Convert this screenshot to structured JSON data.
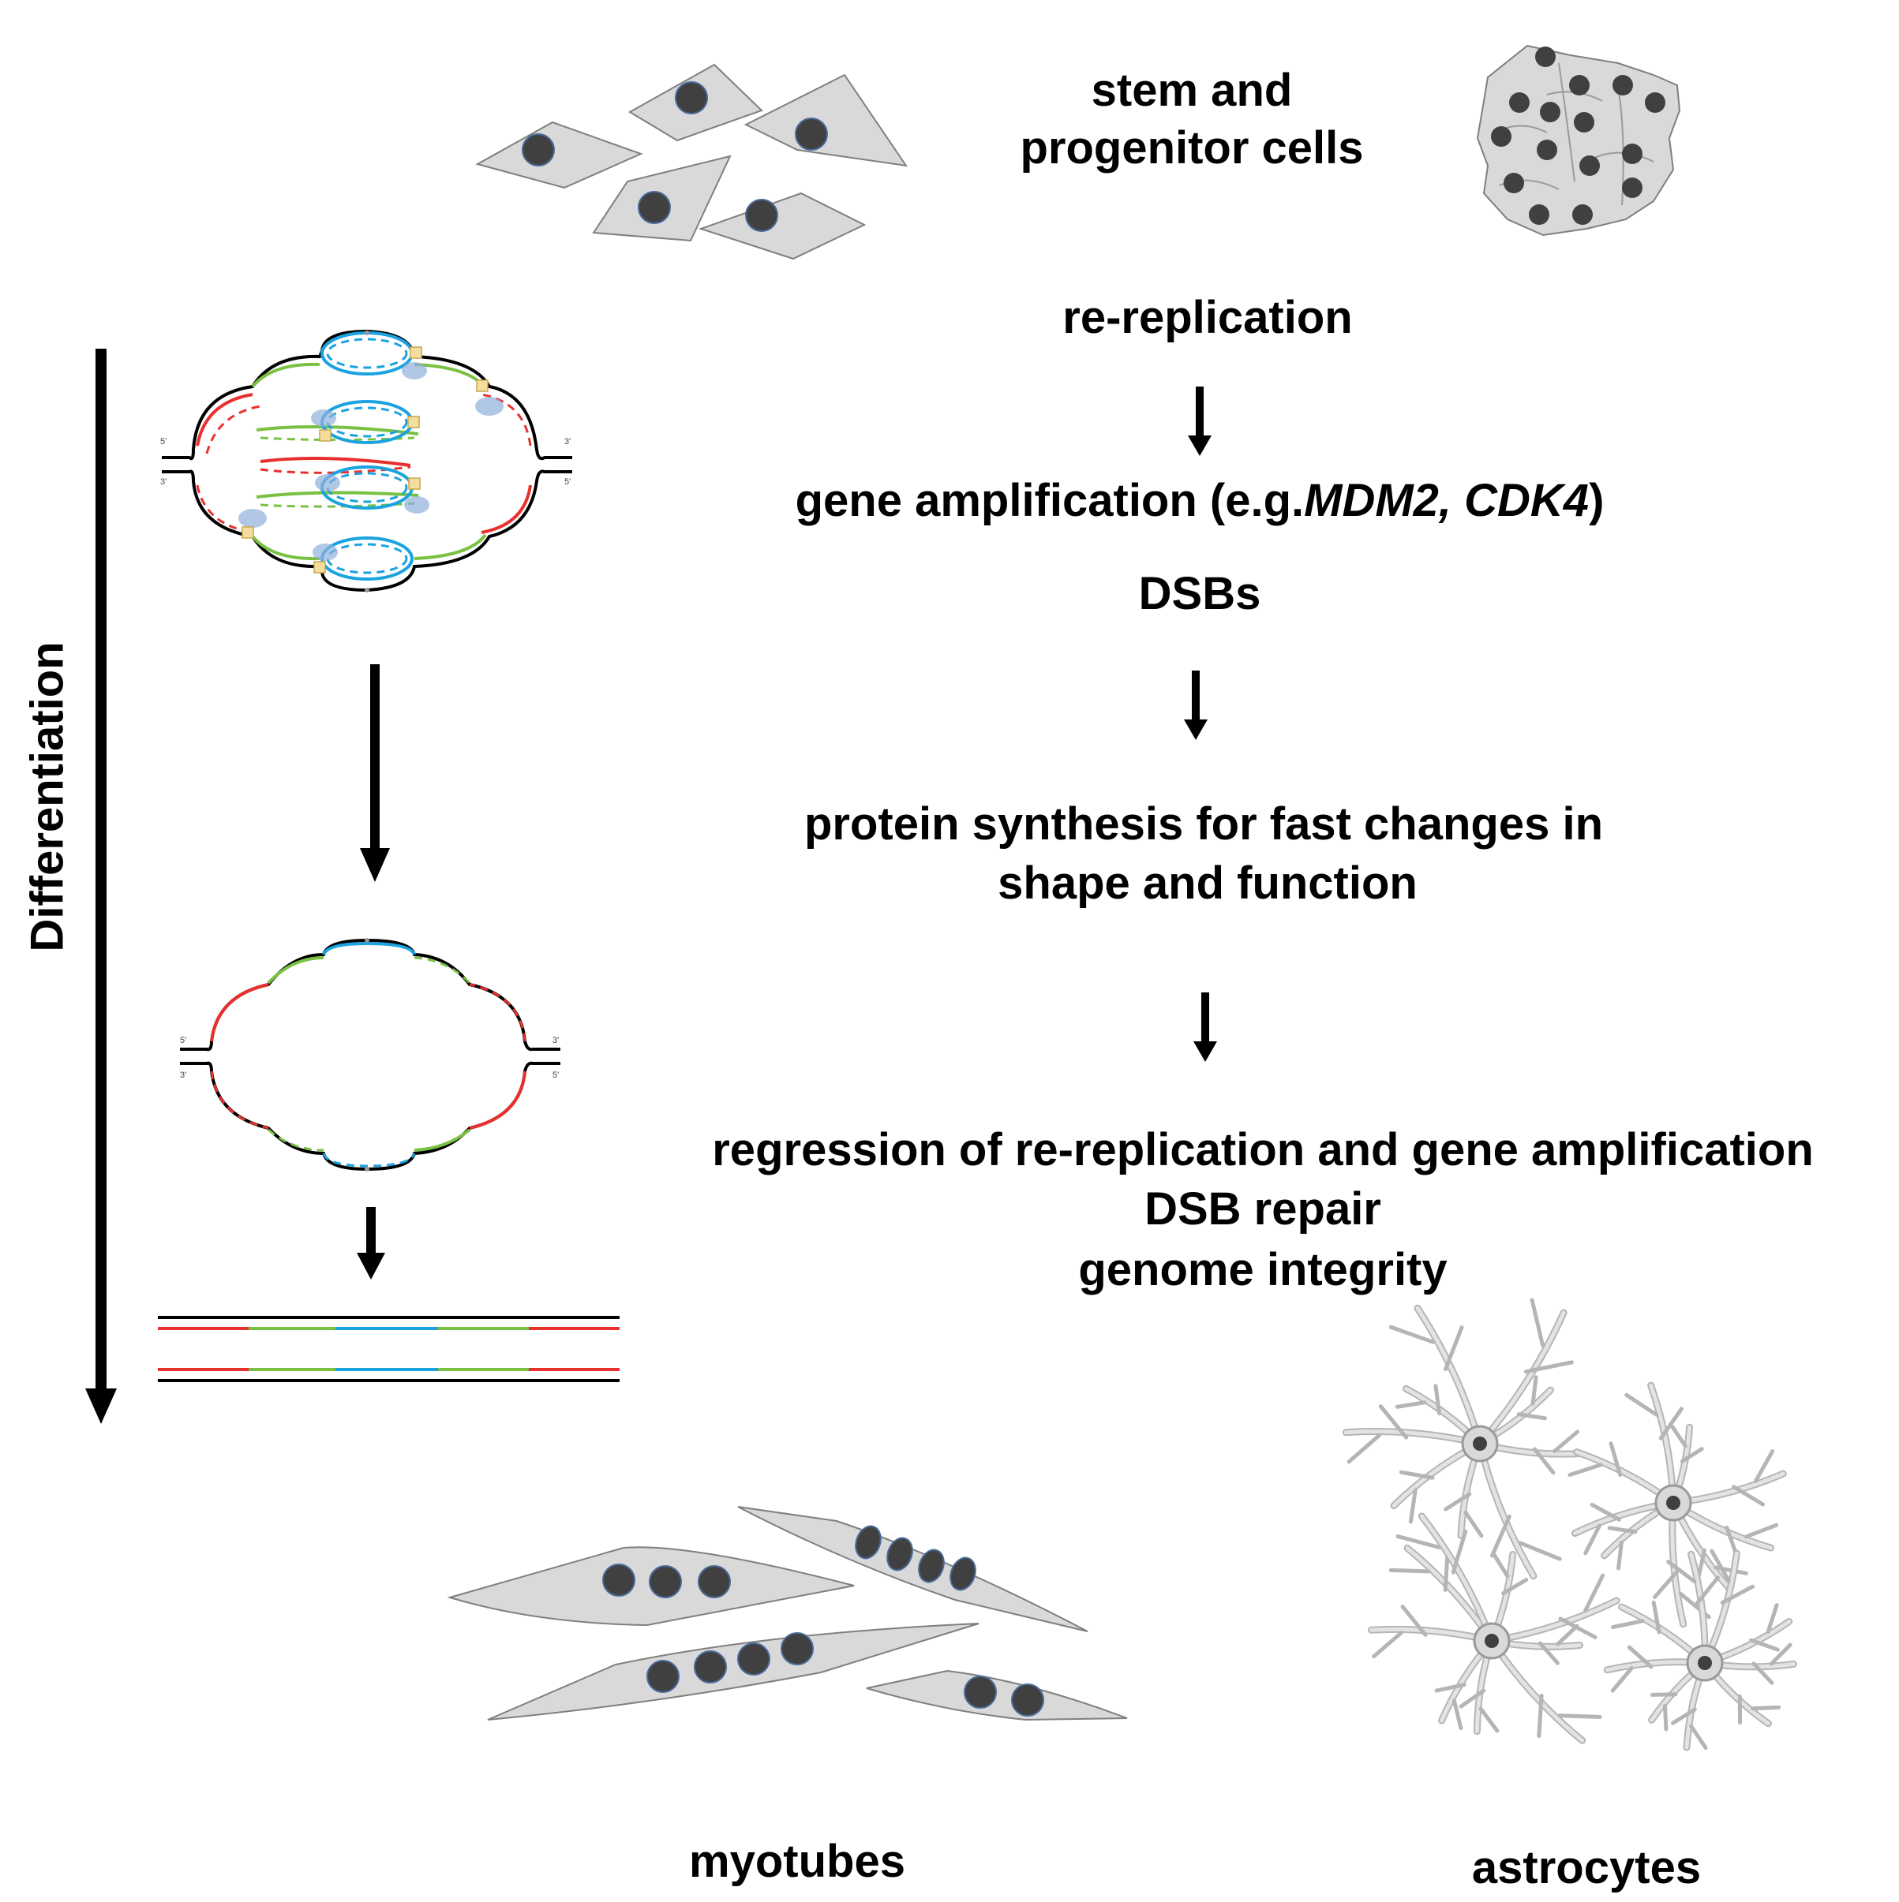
{
  "labels": {
    "stem": "stem and",
    "progenitor": "progenitor cells",
    "rereplication": "re-replication",
    "gene_amp_prefix": "gene amplification (e.g.",
    "gene_amp_genes": "MDM2, CDK4",
    "gene_amp_suffix": ")",
    "dsbs": "DSBs",
    "protein_line1": "protein synthesis for fast changes in",
    "protein_line2": "shape and function",
    "regression": "regression of re-replication and gene amplification",
    "dsb_repair": "DSB repair",
    "genome_integrity": "genome integrity",
    "differentiation": "Differentiation",
    "myotubes": "myotubes",
    "astrocytes": "astrocytes"
  },
  "strand_ends": {
    "five_prime": "5'",
    "three_prime": "3'"
  },
  "colors": {
    "cell_fill": "#d9d9d9",
    "cell_stroke": "#7f7f7f",
    "nucleus": "#404040",
    "nucleus_stroke": "#4a6a9a",
    "strand_black": "#000000",
    "strand_red": "#e8312f",
    "strand_green": "#7ac143",
    "strand_blue": "#1aa3df"
  }
}
